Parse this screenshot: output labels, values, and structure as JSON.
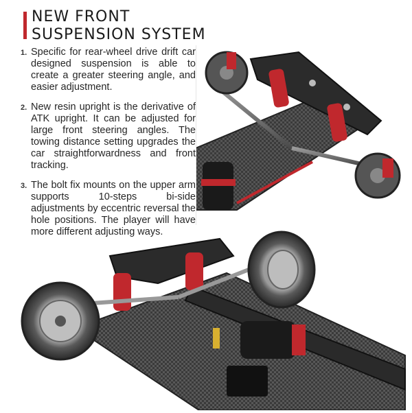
{
  "header": {
    "title_line1": "NEW FRONT",
    "title_line2": "SUSPENSION SYSTEM",
    "accent_color": "#c0282d"
  },
  "points": [
    {
      "number": "1.",
      "text": "Specific for rear-wheel drive drift car designed suspension is able to create a greater steering angle, and easier adjustment."
    },
    {
      "number": "2.",
      "text": "New resin upright is the derivative of ATK upright. It can be adjusted for large front steering angles. The towing distance setting upgrades the car straightforwardness and front tracking."
    },
    {
      "number": "3.",
      "text": "The bolt fix mounts on the upper arm supports 10-steps bi-side adjustments by eccentric reversal the hole positions. The player will have more different adjusting ways."
    }
  ],
  "images": {
    "top": "front-suspension-detail-photo",
    "bottom": "chassis-overview-photo"
  }
}
